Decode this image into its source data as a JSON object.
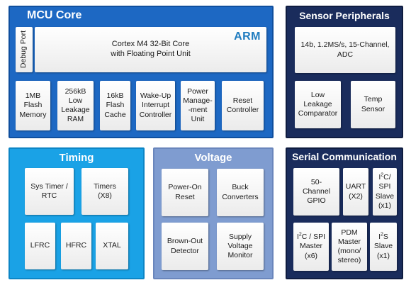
{
  "mcu_core": {
    "title": "MCU Core",
    "debug_port": "Debug Port",
    "cortex": "Cortex M4 32-Bit Core\nwith Floating Point Unit",
    "arm_logo": "ARM",
    "blocks": [
      "1MB\nFlash\nMemory",
      "256kB\nLow\nLeakage\nRAM",
      "16kB\nFlash\nCache",
      "Wake-Up\nInterrupt\nController",
      "Power\nManage-\n-ment\nUnit",
      "Reset\nController"
    ]
  },
  "sensor_peripherals": {
    "title": "Sensor Peripherals",
    "adc": "14b, 1.2MS/s, 15-Channel,\nADC",
    "comparator": "Low\nLeakage\nComparator",
    "temp_sensor": "Temp\nSensor"
  },
  "timing": {
    "title": "Timing",
    "sys_timer": "Sys Timer /\nRTC",
    "timers": "Timers\n(X8)",
    "lfrc": "LFRC",
    "hfrc": "HFRC",
    "xtal": "XTAL"
  },
  "voltage": {
    "title": "Voltage",
    "power_on_reset": "Power-On\nReset",
    "buck_converters": "Buck\nConverters",
    "brown_out": "Brown-Out\nDetector",
    "supply_monitor": "Supply\nVoltage\nMonitor"
  },
  "serial": {
    "title": "Serial Communication",
    "gpio": "50-\nChannel\nGPIO",
    "uart": "UART\n(X2)",
    "i2c_spi_slave": {
      "pre": "I",
      "sup": "2",
      "post": "C/\nSPI\nSlave\n(x1)"
    },
    "i2c_spi_master": {
      "pre": "I",
      "sup": "2",
      "post": "C / SPI\nMaster\n(x6)"
    },
    "pdm_master": "PDM\nMaster\n(mono/\nstereo)",
    "i2s_slave": {
      "pre": "I",
      "sup": "2",
      "post": "S\nSlave\n(x1)"
    }
  },
  "colors": {
    "mcu_core": "#1d68c3",
    "sensor_peripherals": "#1a2c5c",
    "timing": "#1aa2e6",
    "voltage": "#7f9cd0",
    "serial": "#1a2c5c"
  }
}
